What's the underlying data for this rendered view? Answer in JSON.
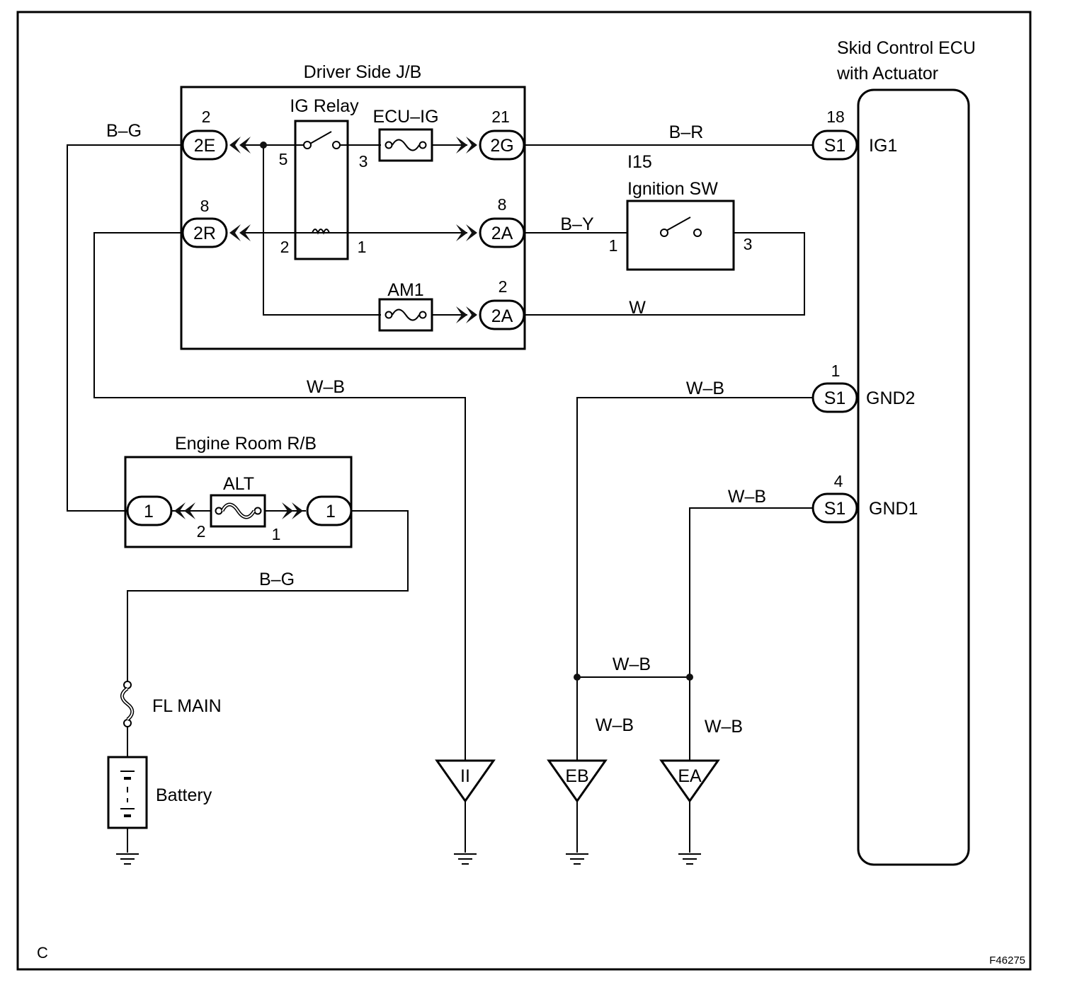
{
  "frame": {
    "corner_label": "C",
    "figure_id": "F46275"
  },
  "components": {
    "driver_jb": "Driver Side J/B",
    "ig_relay": "IG Relay",
    "ecu_ig": "ECU–IG",
    "am1": "AM1",
    "ecu_title_1": "Skid Control ECU",
    "ecu_title_2": "with Actuator",
    "ignition_code": "I15",
    "ignition_sw": "Ignition SW",
    "engine_rb": "Engine Room R/B",
    "alt": "ALT",
    "fl_main": "FL MAIN",
    "battery": "Battery"
  },
  "connectors": {
    "c2E": "2E",
    "c2R": "2R",
    "c2G": "2G",
    "c2A_top": "2A",
    "c2A_bot": "2A",
    "s1_ig1": "S1",
    "s1_gnd2": "S1",
    "s1_gnd1": "S1",
    "rb_left": "1",
    "rb_right": "1"
  },
  "pins": {
    "c2E": "2",
    "c2R": "8",
    "c2G": "21",
    "c2A_top": "8",
    "c2A_bot": "2",
    "relay_5": "5",
    "relay_3": "3",
    "relay_2": "2",
    "relay_1": "1",
    "ign_1": "1",
    "ign_3": "3",
    "s1_ig1": "18",
    "s1_gnd2": "1",
    "s1_gnd1": "4",
    "alt_2": "2",
    "alt_1": "1"
  },
  "ecu_terminals": {
    "ig1": "IG1",
    "gnd2": "GND2",
    "gnd1": "GND1"
  },
  "wires": {
    "bg_top": "B–G",
    "br": "B–R",
    "by": "B–Y",
    "w": "W",
    "wb_ii": "W–B",
    "wb_gnd2": "W–B",
    "wb_gnd1": "W–B",
    "wb_bridge": "W–B",
    "wb_eb": "W–B",
    "wb_ea": "W–B",
    "bg_bottom": "B–G"
  },
  "grounds": {
    "ii": "II",
    "eb": "EB",
    "ea": "EA"
  }
}
